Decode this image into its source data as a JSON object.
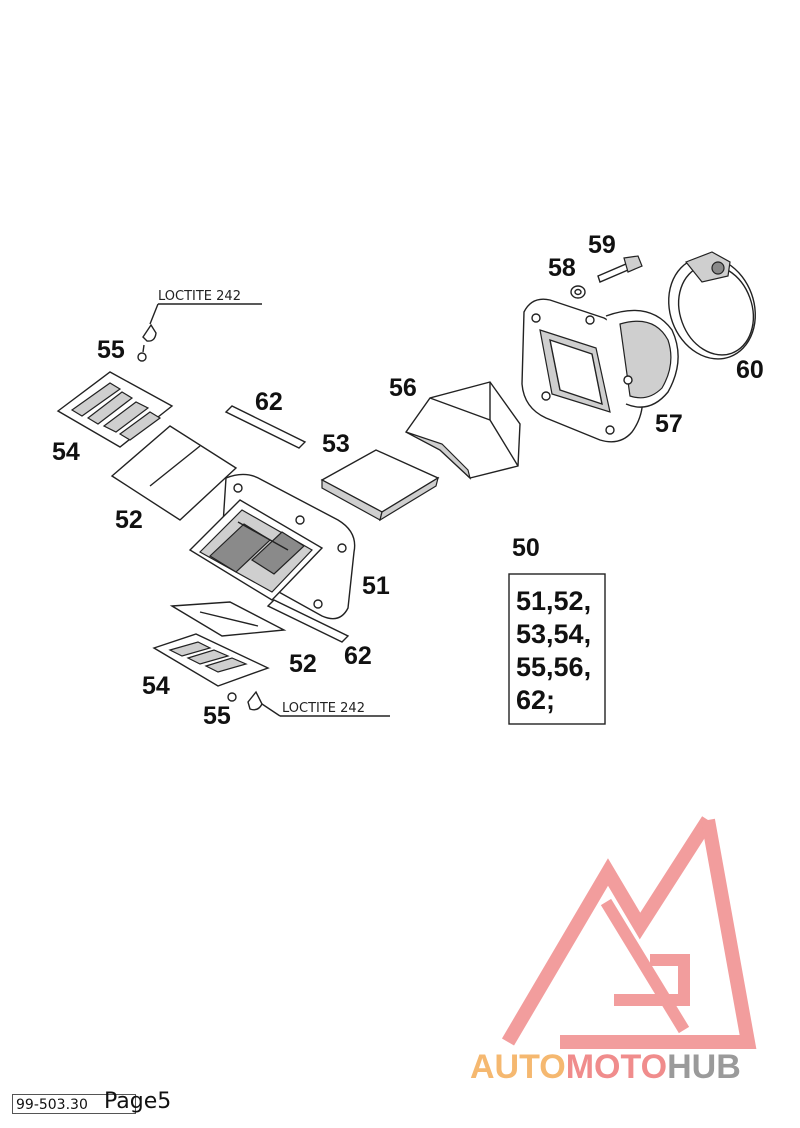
{
  "callouts": {
    "n50": "50",
    "n51": "51",
    "n52a": "52",
    "n52b": "52",
    "n53": "53",
    "n54a": "54",
    "n54b": "54",
    "n55a": "55",
    "n55b": "55",
    "n56": "56",
    "n57": "57",
    "n58": "58",
    "n59": "59",
    "n60": "60",
    "n62a": "62",
    "n62b": "62"
  },
  "notes": {
    "loctite_top": "LOCTITE 242",
    "loctite_bottom": "LOCTITE 242"
  },
  "kit_box": {
    "lines": [
      "51,52,",
      "53,54,",
      "55,56,",
      "62;"
    ]
  },
  "watermark": {
    "word_a": "AUTO",
    "word_b": "MOTO",
    "word_c": "HUB",
    "color_a": "#f5b870",
    "color_b": "#f08c8c",
    "color_c": "#9a9a9a"
  },
  "footer": {
    "code": "99-503.30",
    "page": "Page5"
  }
}
